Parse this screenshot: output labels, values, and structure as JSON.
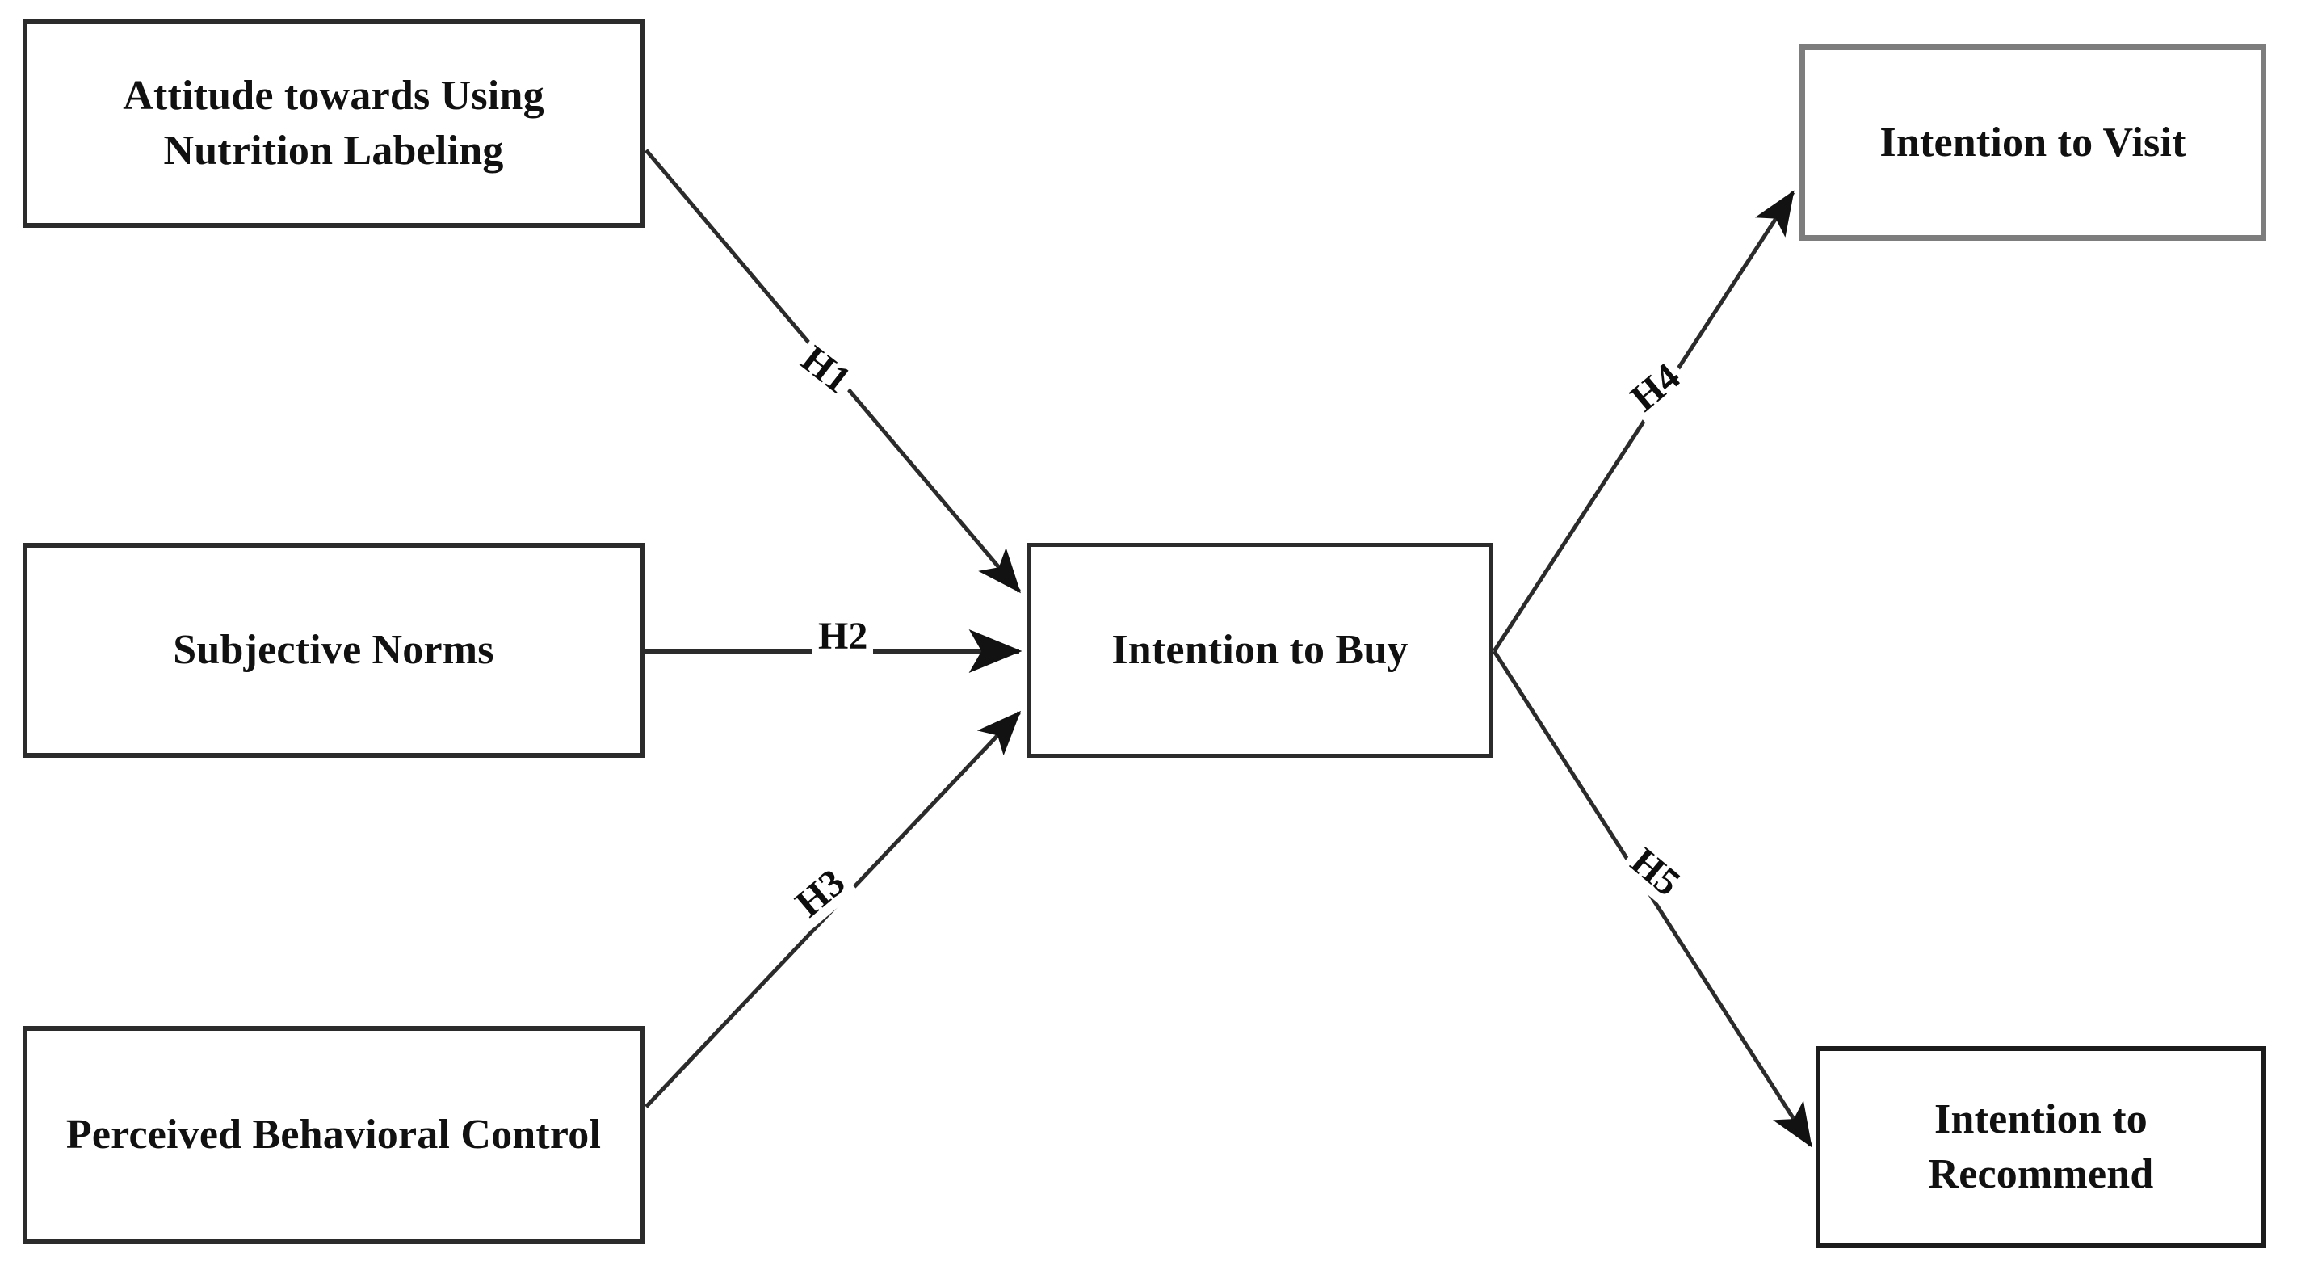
{
  "diagram": {
    "type": "conceptual-research-model",
    "background_color": "#ffffff",
    "nodes": [
      {
        "id": "attitude",
        "label": "Attitude towards Using\nNutrition Labeling",
        "border_color": "#2b2b2b",
        "fill_color": "#ffffff"
      },
      {
        "id": "subjective",
        "label": "Subjective Norms",
        "border_color": "#2b2b2b",
        "fill_color": "#ffffff"
      },
      {
        "id": "pbc",
        "label": "Perceived Behavioral Control",
        "border_color": "#2b2b2b",
        "fill_color": "#ffffff"
      },
      {
        "id": "buy",
        "label": "Intention to Buy",
        "border_color": "#2b2b2b",
        "fill_color": "#ffffff"
      },
      {
        "id": "visit",
        "label": "Intention to Visit",
        "border_color": "#7d7d7d",
        "fill_color": "#ffffff"
      },
      {
        "id": "recommend",
        "label": "Intention to\nRecommend",
        "border_color": "#1c1c1c",
        "fill_color": "#ffffff"
      }
    ],
    "edges": [
      {
        "id": "h1",
        "label": "H1",
        "from": "attitude",
        "to": "buy",
        "style": "solid-arrow",
        "color": "#1a1a1a"
      },
      {
        "id": "h2",
        "label": "H2",
        "from": "subjective",
        "to": "buy",
        "style": "solid-arrow",
        "color": "#1a1a1a"
      },
      {
        "id": "h3",
        "label": "H3",
        "from": "pbc",
        "to": "buy",
        "style": "solid-arrow",
        "color": "#1a1a1a"
      },
      {
        "id": "h4",
        "label": "H4",
        "from": "buy",
        "to": "visit",
        "style": "solid-arrow",
        "color": "#1a1a1a"
      },
      {
        "id": "h5",
        "label": "H5",
        "from": "buy",
        "to": "recommend",
        "style": "solid-arrow",
        "color": "#1a1a1a"
      }
    ]
  }
}
